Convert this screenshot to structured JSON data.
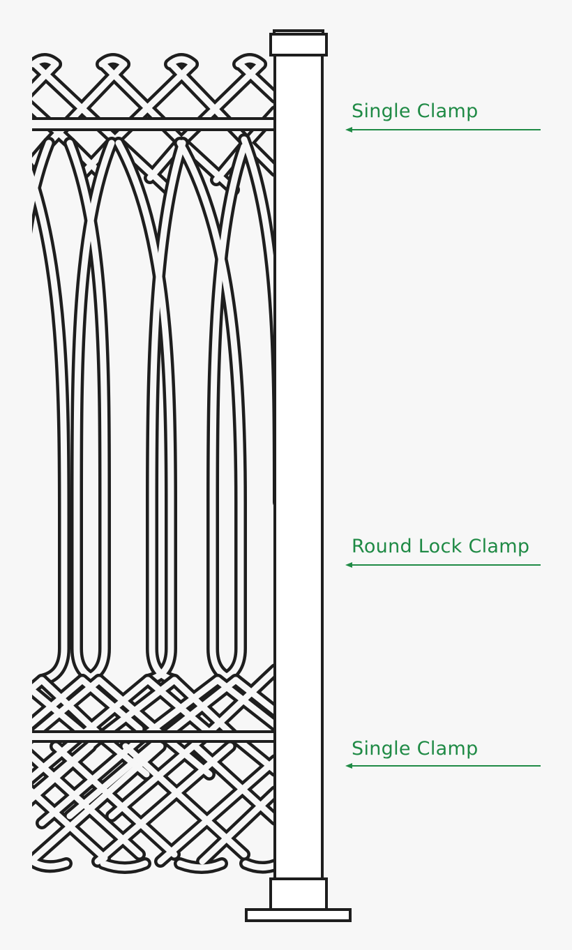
{
  "colors": {
    "background": "#f7f7f7",
    "outline": "#1e1e1e",
    "post_fill": "#ffffff",
    "callout": "#1f8a45"
  },
  "callouts": [
    {
      "label": "Single Clamp"
    },
    {
      "label": "Round Lock Clamp"
    },
    {
      "label": "Single Clamp"
    }
  ]
}
